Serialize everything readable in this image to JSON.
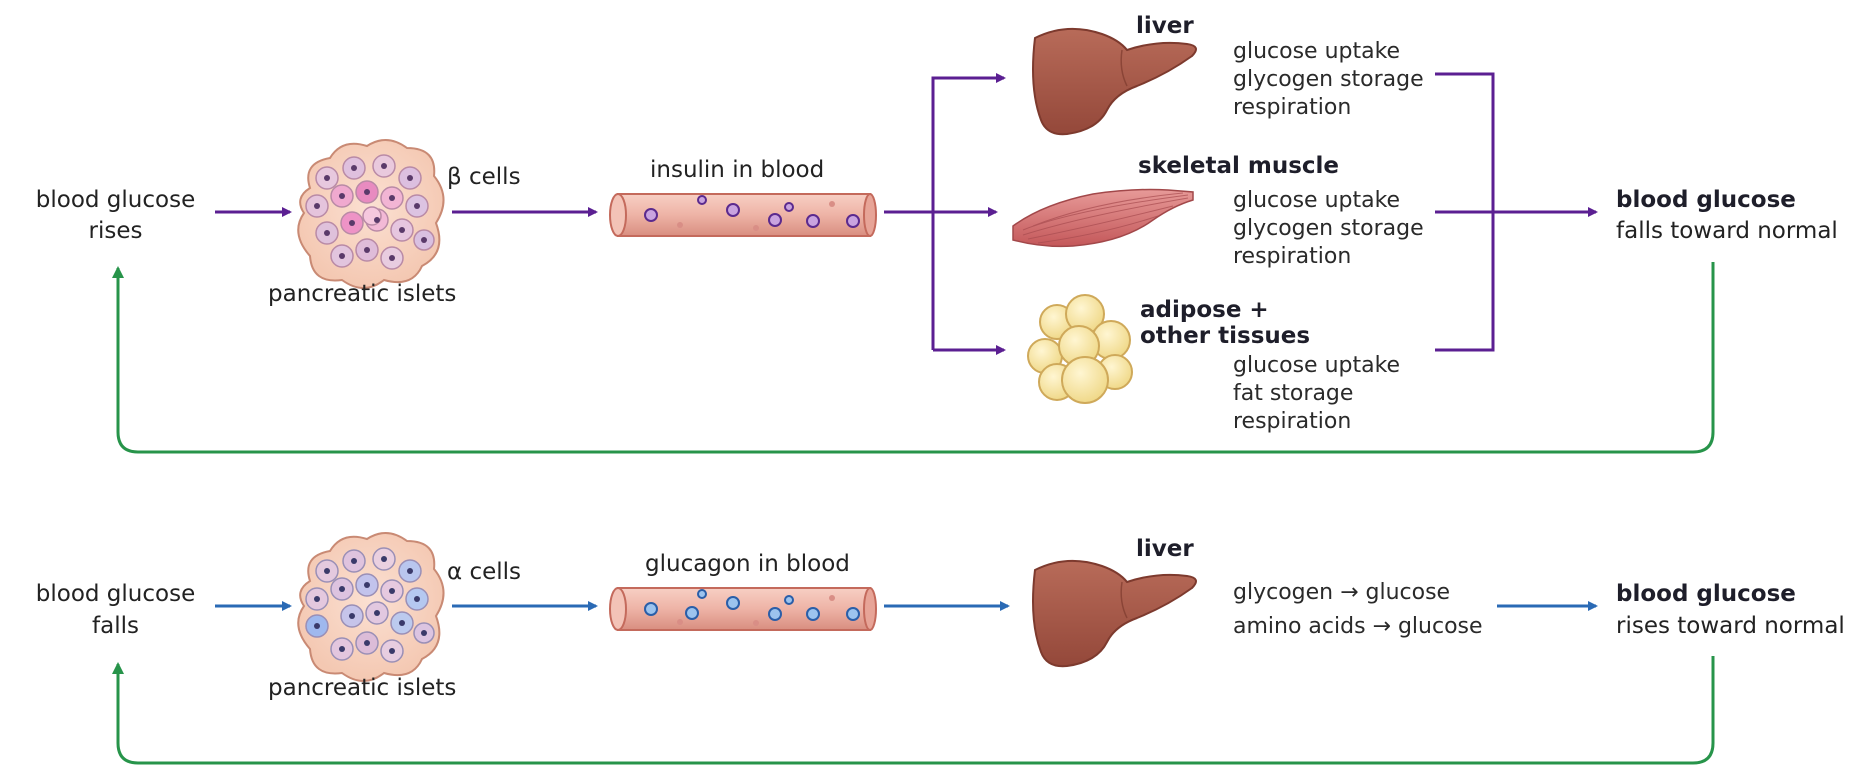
{
  "top": {
    "start": {
      "line1": "blood glucose",
      "line2": "rises"
    },
    "islets_label": "pancreatic islets",
    "cells_label": "β cells",
    "blood_label": "insulin in blood",
    "targets": [
      {
        "name": "liver",
        "effects": [
          "glucose uptake",
          "glycogen storage",
          "respiration"
        ]
      },
      {
        "name": "skeletal muscle",
        "effects": [
          "glucose uptake",
          "glycogen storage",
          "respiration"
        ]
      },
      {
        "name_line1": "adipose +",
        "name_line2": "other tissues",
        "effects": [
          "glucose uptake",
          "fat storage",
          "respiration"
        ]
      }
    ],
    "result": {
      "title": "blood glucose",
      "subtitle": "falls toward normal"
    }
  },
  "bottom": {
    "start": {
      "line1": "blood glucose",
      "line2": "falls"
    },
    "islets_label": "pancreatic islets",
    "cells_label": "α cells",
    "blood_label": "glucagon in blood",
    "target": {
      "name": "liver",
      "effects": [
        "glycogen → glucose",
        "amino acids → glucose"
      ]
    },
    "result": {
      "title": "blood glucose",
      "subtitle": "rises toward normal"
    }
  },
  "colors": {
    "insulin_pathway": "#5b1f92",
    "glucagon_pathway": "#2a6ab5",
    "feedback": "#27944a",
    "organ": "#a85a4a",
    "vessel": "#efb5a8",
    "adipocyte": "#f6e3a6"
  },
  "icons": [
    "pancreatic-islet-icon",
    "blood-vessel-icon",
    "liver-icon",
    "skeletal-muscle-icon",
    "adipose-cells-icon"
  ]
}
